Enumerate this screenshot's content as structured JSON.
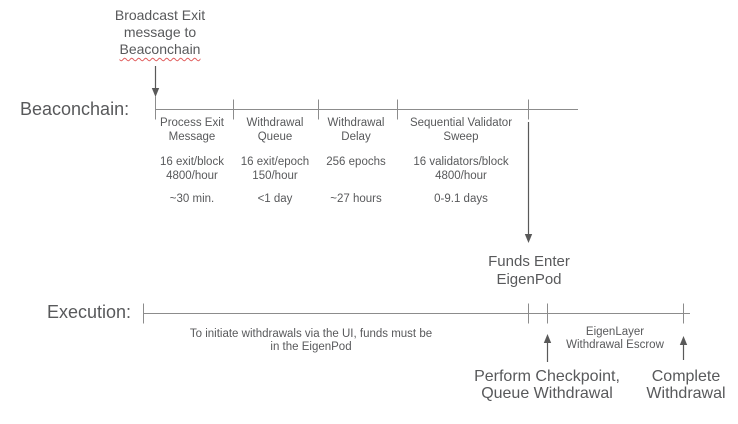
{
  "title_note": {
    "line1": "Broadcast Exit",
    "line2": "message to",
    "line3": "Beaconchain"
  },
  "labels": {
    "beaconchain": "Beaconchain:",
    "execution": "Execution:"
  },
  "beacon_segments": [
    {
      "title1": "Process Exit",
      "title2": "Message",
      "rate1": "16 exit/block",
      "rate2": "4800/hour",
      "duration": "~30 min."
    },
    {
      "title1": "Withdrawal",
      "title2": "Queue",
      "rate1": "16 exit/epoch",
      "rate2": "150/hour",
      "duration": "<1 day"
    },
    {
      "title1": "Withdrawal",
      "title2": "Delay",
      "rate1": "256 epochs",
      "rate2": "",
      "duration": "~27 hours"
    },
    {
      "title1": "Sequential Validator",
      "title2": "Sweep",
      "rate1": "16 validators/block",
      "rate2": "4800/hour",
      "duration": "0-9.1 days"
    }
  ],
  "funds_enter": {
    "line1": "Funds Enter",
    "line2": "EigenPod"
  },
  "execution_note": {
    "line1": "To initiate withdrawals via the UI, funds must be",
    "line2": "in the EigenPod"
  },
  "escrow": {
    "line1": "EigenLayer",
    "line2": "Withdrawal Escrow"
  },
  "checkpoint": {
    "line1": "Perform Checkpoint,",
    "line2": "Queue Withdrawal"
  },
  "complete": {
    "line1": "Complete",
    "line2": "Withdrawal"
  },
  "colors": {
    "text": "#58595b",
    "line": "#8c8c8c",
    "arrow": "#595959",
    "squiggle": "#e05c5c",
    "background": "#ffffff"
  }
}
